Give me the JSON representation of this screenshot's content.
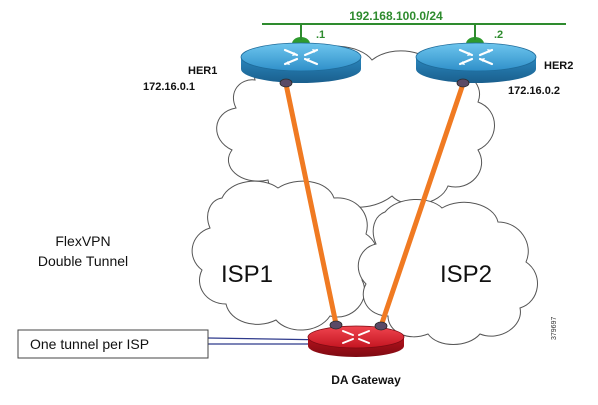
{
  "subnet": {
    "label": "192.168.100.0/24"
  },
  "routers": {
    "her1": {
      "name": "HER1",
      "ip": "172.16.0.1",
      "port_suffix": ".1"
    },
    "her2": {
      "name": "HER2",
      "ip": "172.16.0.2",
      "port_suffix": ".2"
    },
    "gateway": {
      "name": "DA Gateway"
    }
  },
  "clouds": {
    "isp1": {
      "label": "ISP1"
    },
    "isp2": {
      "label": "ISP2"
    }
  },
  "notes": {
    "flexvpn_line1": "FlexVPN",
    "flexvpn_line2": "Double Tunnel",
    "callout": "One tunnel per ISP"
  },
  "figure_id": "379697",
  "colors": {
    "subnet_line": "#2e8b2e",
    "subnet_text": "#2e8b2e",
    "router_blue": "#3aa3d8",
    "router_red": "#d81f2a",
    "tunnel": "#f07a22",
    "callout_line": "#2e3a8c"
  }
}
